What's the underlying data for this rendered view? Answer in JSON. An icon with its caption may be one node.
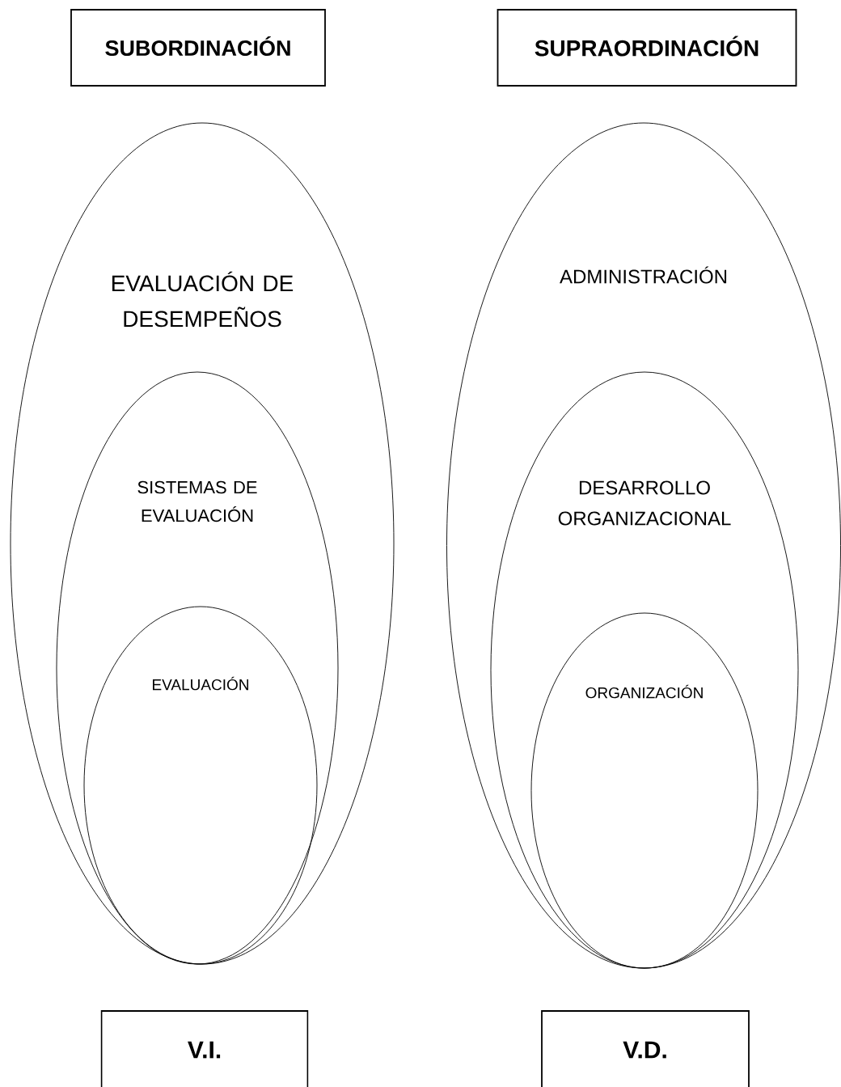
{
  "diagram": {
    "nodes": [
      {
        "text": [
          "SUBORDINACIÓN"
        ]
      },
      {
        "text": [
          "SUPRAORDINACIÓN"
        ]
      },
      {
        "text": [
          "EVALUACIÓN DE DESEMPEÑOS"
        ]
      },
      {
        "text": [
          "SISTEMAS DE EVALUACIÓN"
        ],
        "in": 2
      },
      {
        "text": [
          "EVALUACIÓN"
        ],
        "in": 3
      },
      {
        "text": [
          "ADMINISTRACIÓN"
        ]
      },
      {
        "text": [
          "DESARROLLO ORGANIZACIONAL"
        ],
        "in": 5
      },
      {
        "text": [
          "ORGANIZACIÓN"
        ],
        "in": 6
      },
      {
        "text": [
          "V.I."
        ]
      },
      {
        "text": [
          "V.D."
        ]
      }
    ]
  }
}
